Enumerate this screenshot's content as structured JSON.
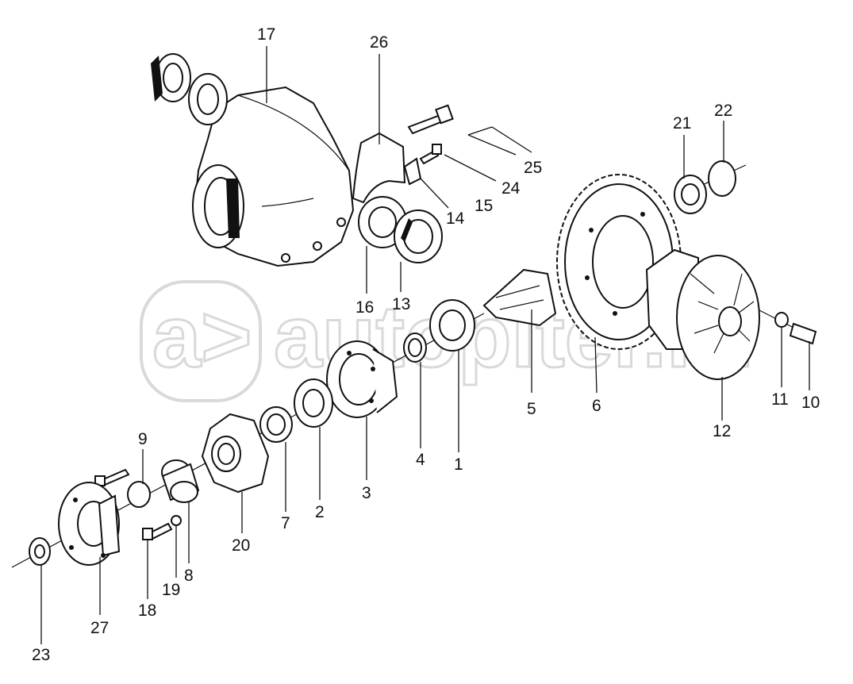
{
  "watermark": {
    "logo_text": "a>",
    "text": "autopiter.ru"
  },
  "labels": {
    "p1": "1",
    "p2": "2",
    "p3": "3",
    "p4": "4",
    "p5": "5",
    "p6": "6",
    "p7": "7",
    "p8": "8",
    "p9": "9",
    "p10": "10",
    "p11": "11",
    "p12": "12",
    "p13": "13",
    "p14": "14",
    "p15": "15",
    "p16": "16",
    "p17": "17",
    "p18": "18",
    "p19": "19",
    "p20": "20",
    "p21": "21",
    "p22": "22",
    "p23": "23",
    "p24": "24",
    "p25": "25",
    "p26": "26",
    "p27": "27"
  }
}
